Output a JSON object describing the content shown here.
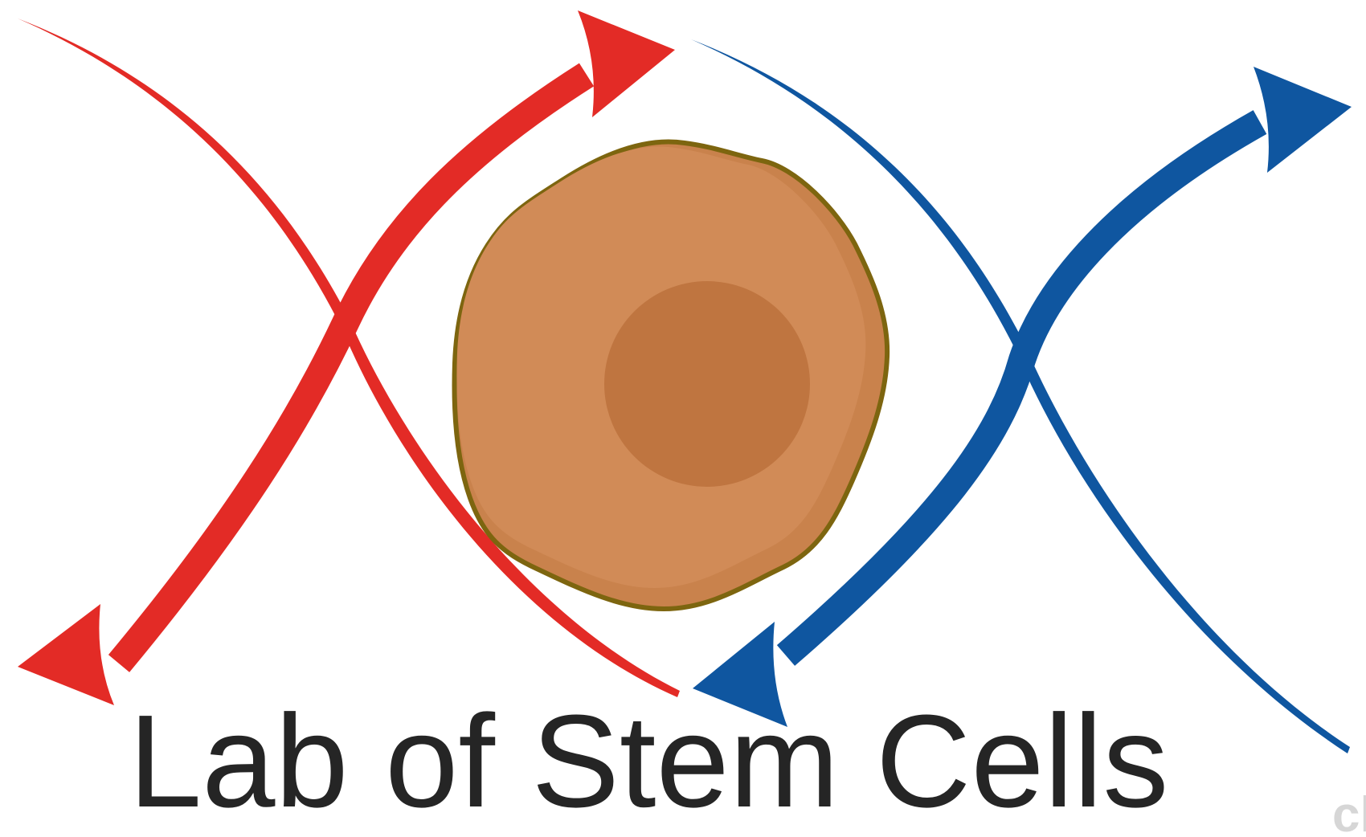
{
  "logo": {
    "title": "Lab of Stem Cells",
    "watermark": "cl",
    "figure_parts": {
      "left_arrow": "red-cycle-arrow",
      "right_arrow": "blue-cycle-arrow",
      "center": "stem-cell-with-nucleus"
    }
  },
  "colors": {
    "background": "#ffffff",
    "red": "#e32b26",
    "blue": "#0f56a0",
    "cell_outline": "#7d650f",
    "cell_body": "#c9824c",
    "cell_body_highlight": "#d18b57",
    "nucleus": "#bf7540",
    "text": "#252525",
    "watermark": "#d6d6d6"
  }
}
